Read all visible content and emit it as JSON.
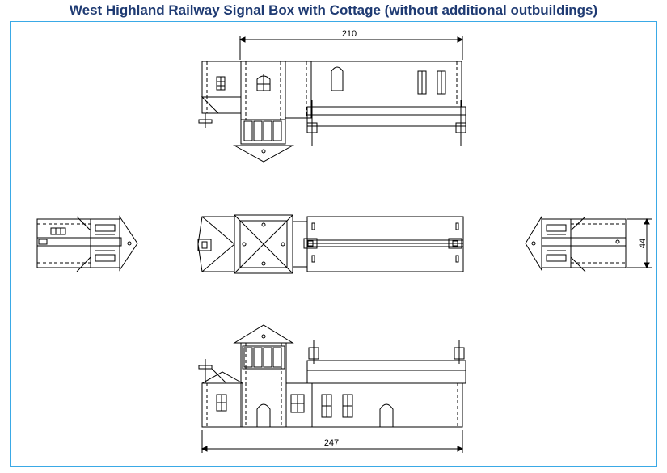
{
  "title": "West Highland Railway Signal Box with Cottage (without additional outbuildings)",
  "dimensions": {
    "top_width": "210",
    "bottom_width": "247",
    "end_height": "44"
  },
  "colors": {
    "title": "#1f3b73",
    "frame": "#3aa9e6",
    "line": "#000000"
  }
}
